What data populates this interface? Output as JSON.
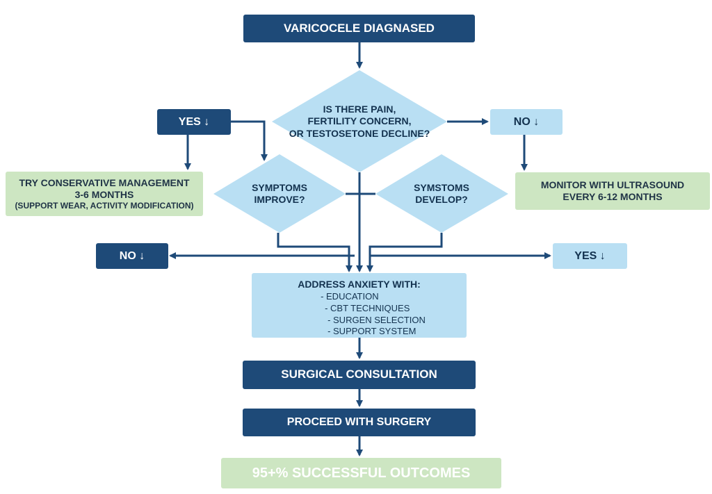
{
  "start": "VARICOCELE DIAGNASED",
  "decision_main": [
    "IS THERE PAIN,",
    "FERTILITY CONCERN,",
    "OR TESTOSETONE DECLINE?"
  ],
  "yes_main": "YES ↓",
  "no_main": "NO ↓",
  "conservative": {
    "line1": "TRY CONSERVATIVE MANAGEMENT",
    "line2": "3-6 MONTHS",
    "line3": "(SUPPORT WEAR, ACTIVITY MODIFICATION)"
  },
  "monitor": {
    "line1": "MONITOR WITH ULTRASOUND",
    "line2": "EVERY 6-12 MONTHS"
  },
  "decision_improve": [
    "SYMPTOMS",
    "IMPROVE?"
  ],
  "decision_develop": [
    "SYMSTOMS",
    "DEVELOP?"
  ],
  "no_left": "NO ↓",
  "yes_right": "YES ↓",
  "anxiety": {
    "title": "ADDRESS ANXIETY WITH:",
    "items": [
      "- EDUCATION",
      "- CBT TECHNIQUES",
      "- SURGEN SELECTION",
      "- SUPPORT SYSTEM"
    ]
  },
  "consult": "SURGICAL CONSULTATION",
  "surgery": "PROCEED WITH SURGERY",
  "outcome": "95+% SUCCESSFUL OUTCOMES",
  "colors": {
    "dark_blue": "#1e4a78",
    "light_blue": "#b9dff3",
    "green": "#cde6c2",
    "connector": "#1e4a78"
  }
}
